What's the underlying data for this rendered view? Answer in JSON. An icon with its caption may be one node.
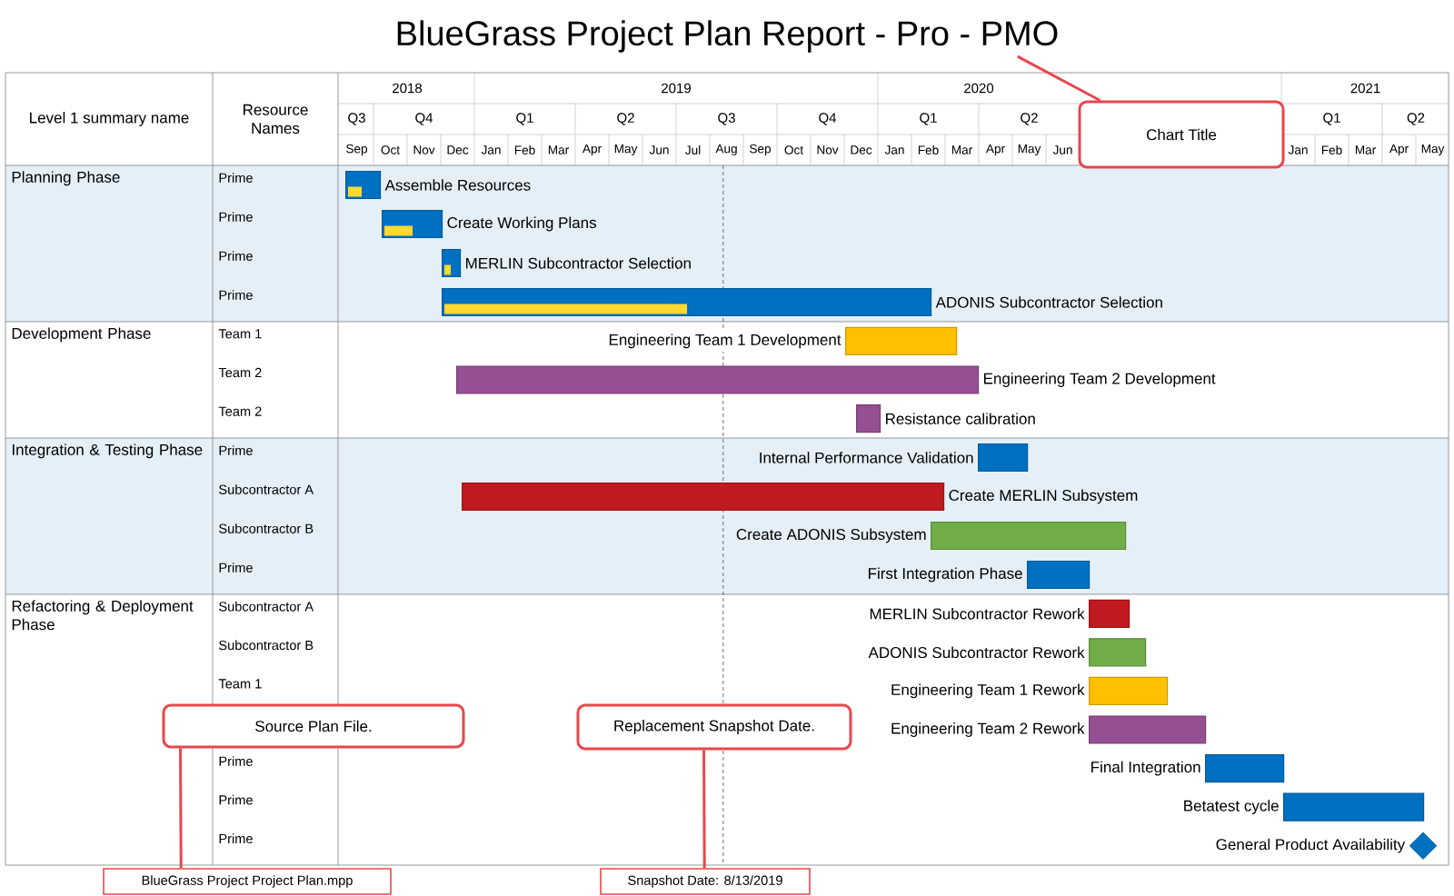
{
  "diagram": {
    "nodes": [
      {
        "text": [
          "BlueGrass Project Plan Report - Pro - PMO"
        ]
      },
      {
        "text": [
          "Chart Title"
        ]
      },
      {
        "text": [],
        "shape": "bar",
        "beside": [
          "Assemble Resources"
        ]
      },
      {
        "text": [],
        "shape": "bar",
        "beside": [
          "Create Working Plans"
        ]
      },
      {
        "text": [],
        "shape": "bar",
        "beside": [
          "MERLIN Subcontractor Selection"
        ]
      },
      {
        "text": [],
        "shape": "bar",
        "beside": [
          "ADONIS Subcontractor Selection"
        ]
      },
      {
        "text": [],
        "shape": "bar",
        "beside": [
          "Engineering Team 1 Development"
        ]
      },
      {
        "text": [],
        "shape": "bar",
        "beside": [
          "Engineering Team 2 Development"
        ]
      },
      {
        "text": [],
        "shape": "bar",
        "beside": [
          "Resistance calibration"
        ]
      },
      {
        "text": [],
        "shape": "bar",
        "beside": [
          "Internal Performance Validation"
        ]
      },
      {
        "text": [],
        "shape": "bar",
        "beside": [
          "Create MERLIN Subsystem"
        ]
      },
      {
        "text": [],
        "shape": "bar",
        "beside": [
          "Create ADONIS Subsystem"
        ]
      },
      {
        "text": [],
        "shape": "bar",
        "beside": [
          "First Integration Phase"
        ]
      },
      {
        "text": [],
        "shape": "bar",
        "beside": [
          "MERLIN Subcontractor Rework"
        ]
      },
      {
        "text": [],
        "shape": "bar",
        "beside": [
          "ADONIS Subcontractor Rework"
        ]
      },
      {
        "text": [],
        "shape": "bar",
        "beside": [
          "Engineering Team 1 Rework"
        ]
      },
      {
        "text": [],
        "shape": "bar",
        "beside": [
          "Engineering Team 2 Rework"
        ]
      },
      {
        "text": [],
        "shape": "bar",
        "beside": [
          "Final Integration"
        ]
      },
      {
        "text": [],
        "shape": "bar",
        "beside": [
          "Betatest cycle"
        ]
      },
      {
        "text": [],
        "shape": "diamond",
        "beside": [
          "General Product Availability"
        ]
      },
      {
        "text": [
          "Source Plan File."
        ]
      },
      {
        "text": [
          "BlueGrass Project Project Plan.mpp"
        ]
      },
      {
        "text": [
          "Replacement Snapshot Date."
        ]
      },
      {
        "text": [
          "Snapshot Date: 8/13/2019"
        ]
      }
    ],
    "edges": [
      {
        "from": 1,
        "to": 0,
        "arrow": "none"
      },
      {
        "from": 20,
        "to": 21,
        "arrow": "none"
      },
      {
        "from": 22,
        "to": 23,
        "arrow": "none"
      }
    ],
    "labels": [
      "Level 1 summary name",
      "Resource Names",
      "2018",
      "2019",
      "2020",
      "2021",
      "Q3",
      "Q4",
      "Q1",
      "Q2",
      "Q3",
      "Q4",
      "Q1",
      "Q2",
      "Q1",
      "Q2",
      "Sep",
      "Oct",
      "Nov",
      "Dec",
      "Jan",
      "Feb",
      "Mar",
      "Apr",
      "May",
      "Jun",
      "Jul",
      "Aug",
      "Sep",
      "Oct",
      "Nov",
      "Dec",
      "Jan",
      "Feb",
      "Mar",
      "Apr",
      "May",
      "Jun",
      "Jan",
      "Feb",
      "Mar",
      "Apr",
      "May",
      "Planning Phase",
      "Development Phase",
      "Integration & Testing Phase",
      "Refactoring & Deployment Phase",
      "Prime",
      "Prime",
      "Prime",
      "Prime",
      "Team 1",
      "Team 2",
      "Team 2",
      "Prime",
      "Subcontractor A",
      "Subcontractor B",
      "Prime",
      "Subcontractor A",
      "Subcontractor B",
      "Team 1",
      "Prime",
      "Prime",
      "Prime"
    ]
  }
}
